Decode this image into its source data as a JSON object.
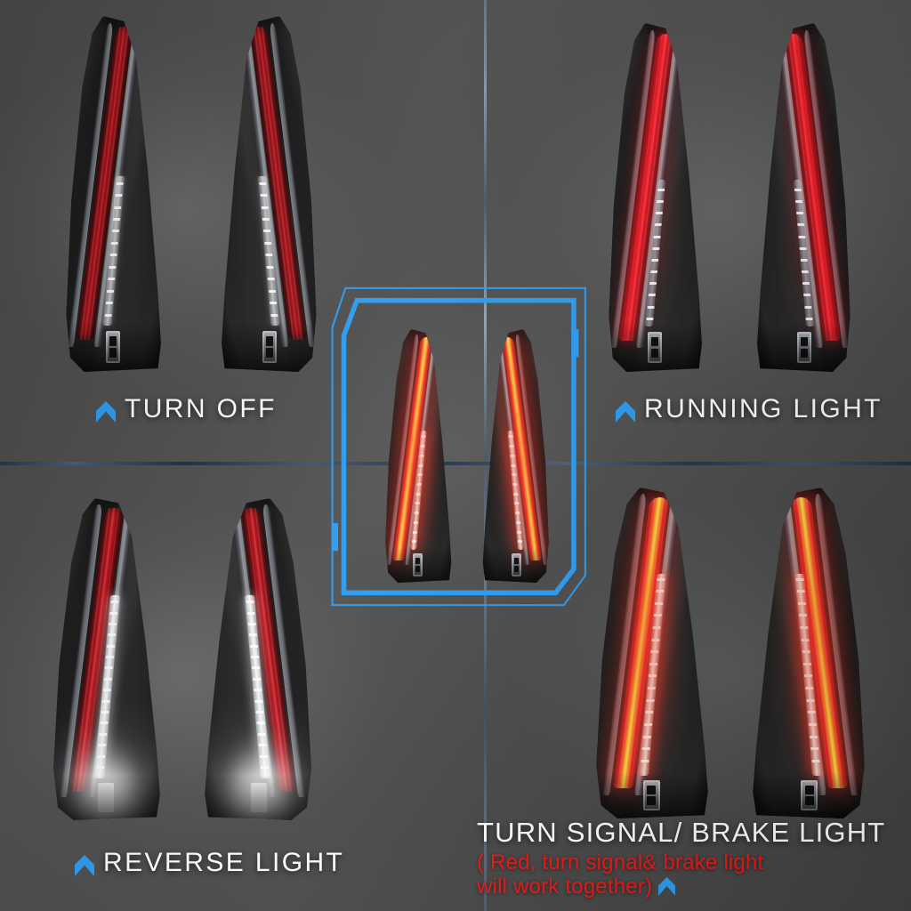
{
  "page": {
    "background_color": "#4a4a4a",
    "accent_blue": "#2d9cf0",
    "caption_color": "#ffffff",
    "note_color": "#f01414"
  },
  "panels": [
    {
      "id": "turn-off",
      "label": "TURN OFF",
      "chevron_icon": "chevron-up-icon",
      "state": "off",
      "highlighted": false
    },
    {
      "id": "running-light",
      "label": "RUNNING LIGHT",
      "chevron_icon": "chevron-up-icon",
      "state": "running",
      "highlighted": false
    },
    {
      "id": "reverse-light",
      "label": "REVERSE LIGHT",
      "chevron_icon": "chevron-up-icon",
      "state": "reverse",
      "highlighted": false
    },
    {
      "id": "turn-signal-brake-light",
      "label": "TURN SIGNAL/ BRAKE LIGHT",
      "note_line_1": "( Red, turn signal& brake light",
      "note_line_2": "will work together)",
      "chevron_icon": "chevron-up-icon",
      "state": "brake",
      "highlighted": false
    },
    {
      "id": "center-feature",
      "label": "",
      "state": "brake",
      "highlighted": true
    }
  ],
  "center_frame": {
    "name": "highlight-frame",
    "color": "#2d9cf0",
    "style": "double chamfered bracket"
  }
}
